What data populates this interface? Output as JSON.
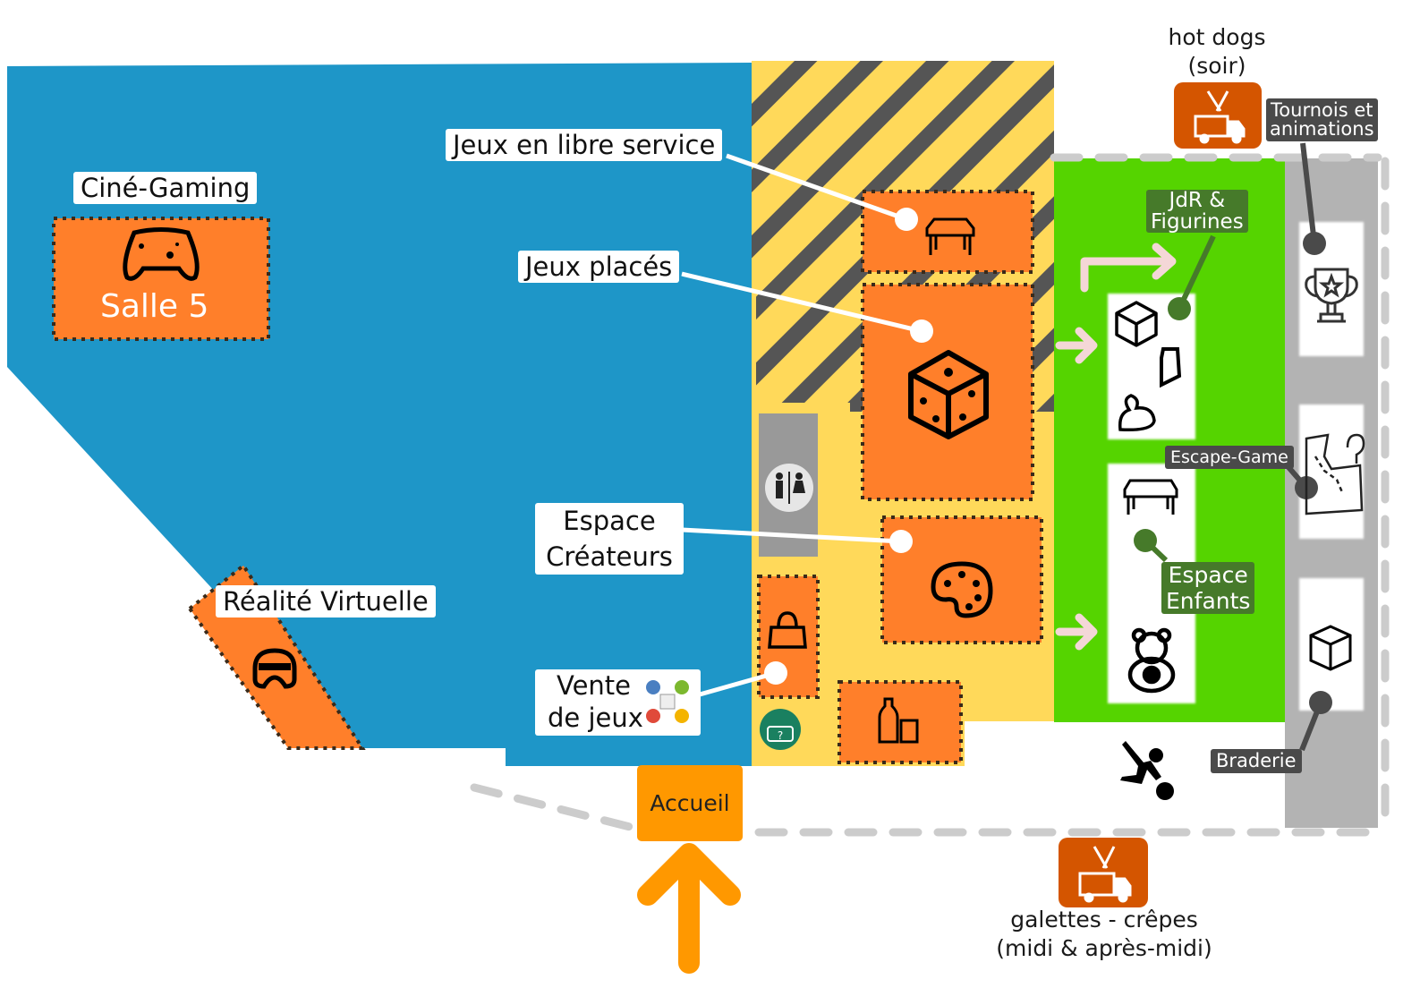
{
  "map": {
    "title": "Plan de l'espace jeux",
    "zones": {
      "cine_gaming": {
        "label": "Ciné-Gaming",
        "room": "Salle 5",
        "icon": "game-controller-icon"
      },
      "vr": {
        "label": "Réalité Virtuelle",
        "icon": "vr-headset-icon"
      },
      "libre_service": {
        "label": "Jeux en libre service",
        "icon": "table-icon"
      },
      "jeux_places": {
        "label": "Jeux placés",
        "icon": "dice-icon"
      },
      "createurs": {
        "label_line1": "Espace",
        "label_line2": "Créateurs",
        "icon": "palette-icon"
      },
      "vente": {
        "label_line1": "Vente",
        "label_line2": "de jeux",
        "icon": "shop-logo-icon"
      },
      "toilets": {
        "icon": "toilets-icon"
      },
      "lost_found": {
        "icon": "lost-and-found-icon"
      },
      "bag": {
        "icon": "bag-icon"
      },
      "drinks": {
        "icon": "drinks-icon"
      },
      "jdr": {
        "label_line1": "JdR &",
        "label_line2": "Figurines",
        "icons": [
          "dice-icon",
          "moai-figurine-icon",
          "dragon-icon"
        ]
      },
      "enfants": {
        "label_line1": "Espace",
        "label_line2": "Enfants",
        "icons": [
          "table-icon",
          "teddy-bear-icon"
        ]
      },
      "tournois": {
        "label_line1": "Tournois et",
        "label_line2": "animations",
        "icon": "trophy-icon"
      },
      "escape": {
        "label": "Escape-Game",
        "icon": "treasure-map-icon"
      },
      "braderie": {
        "label": "Braderie",
        "icon": "box-icon"
      },
      "outdoor": {
        "icon": "bowling-player-icon"
      },
      "accueil": {
        "label": "Accueil",
        "icon": "entrance-arrow-icon"
      }
    },
    "food": {
      "hotdogs": {
        "line1": "hot dogs",
        "line2": "(soir)",
        "icon": "food-truck-icon"
      },
      "galettes": {
        "line1": "galettes - crêpes",
        "line2": "(midi & après-midi)",
        "icon": "food-truck-icon"
      }
    },
    "colors": {
      "blue_hall": "#1e96c8",
      "yellow_hall": "#ffd95a",
      "stripes": "#555555",
      "orange_zone": "#ff7f2a",
      "green_hall": "#55d400",
      "grey_hall": "#b3b3b3",
      "food_truck": "#d45500",
      "accueil": "#ff9800",
      "arrow_pink": "#f4d7d7",
      "dark_label": "#4a4a4a",
      "green_label": "#467a2a"
    }
  }
}
